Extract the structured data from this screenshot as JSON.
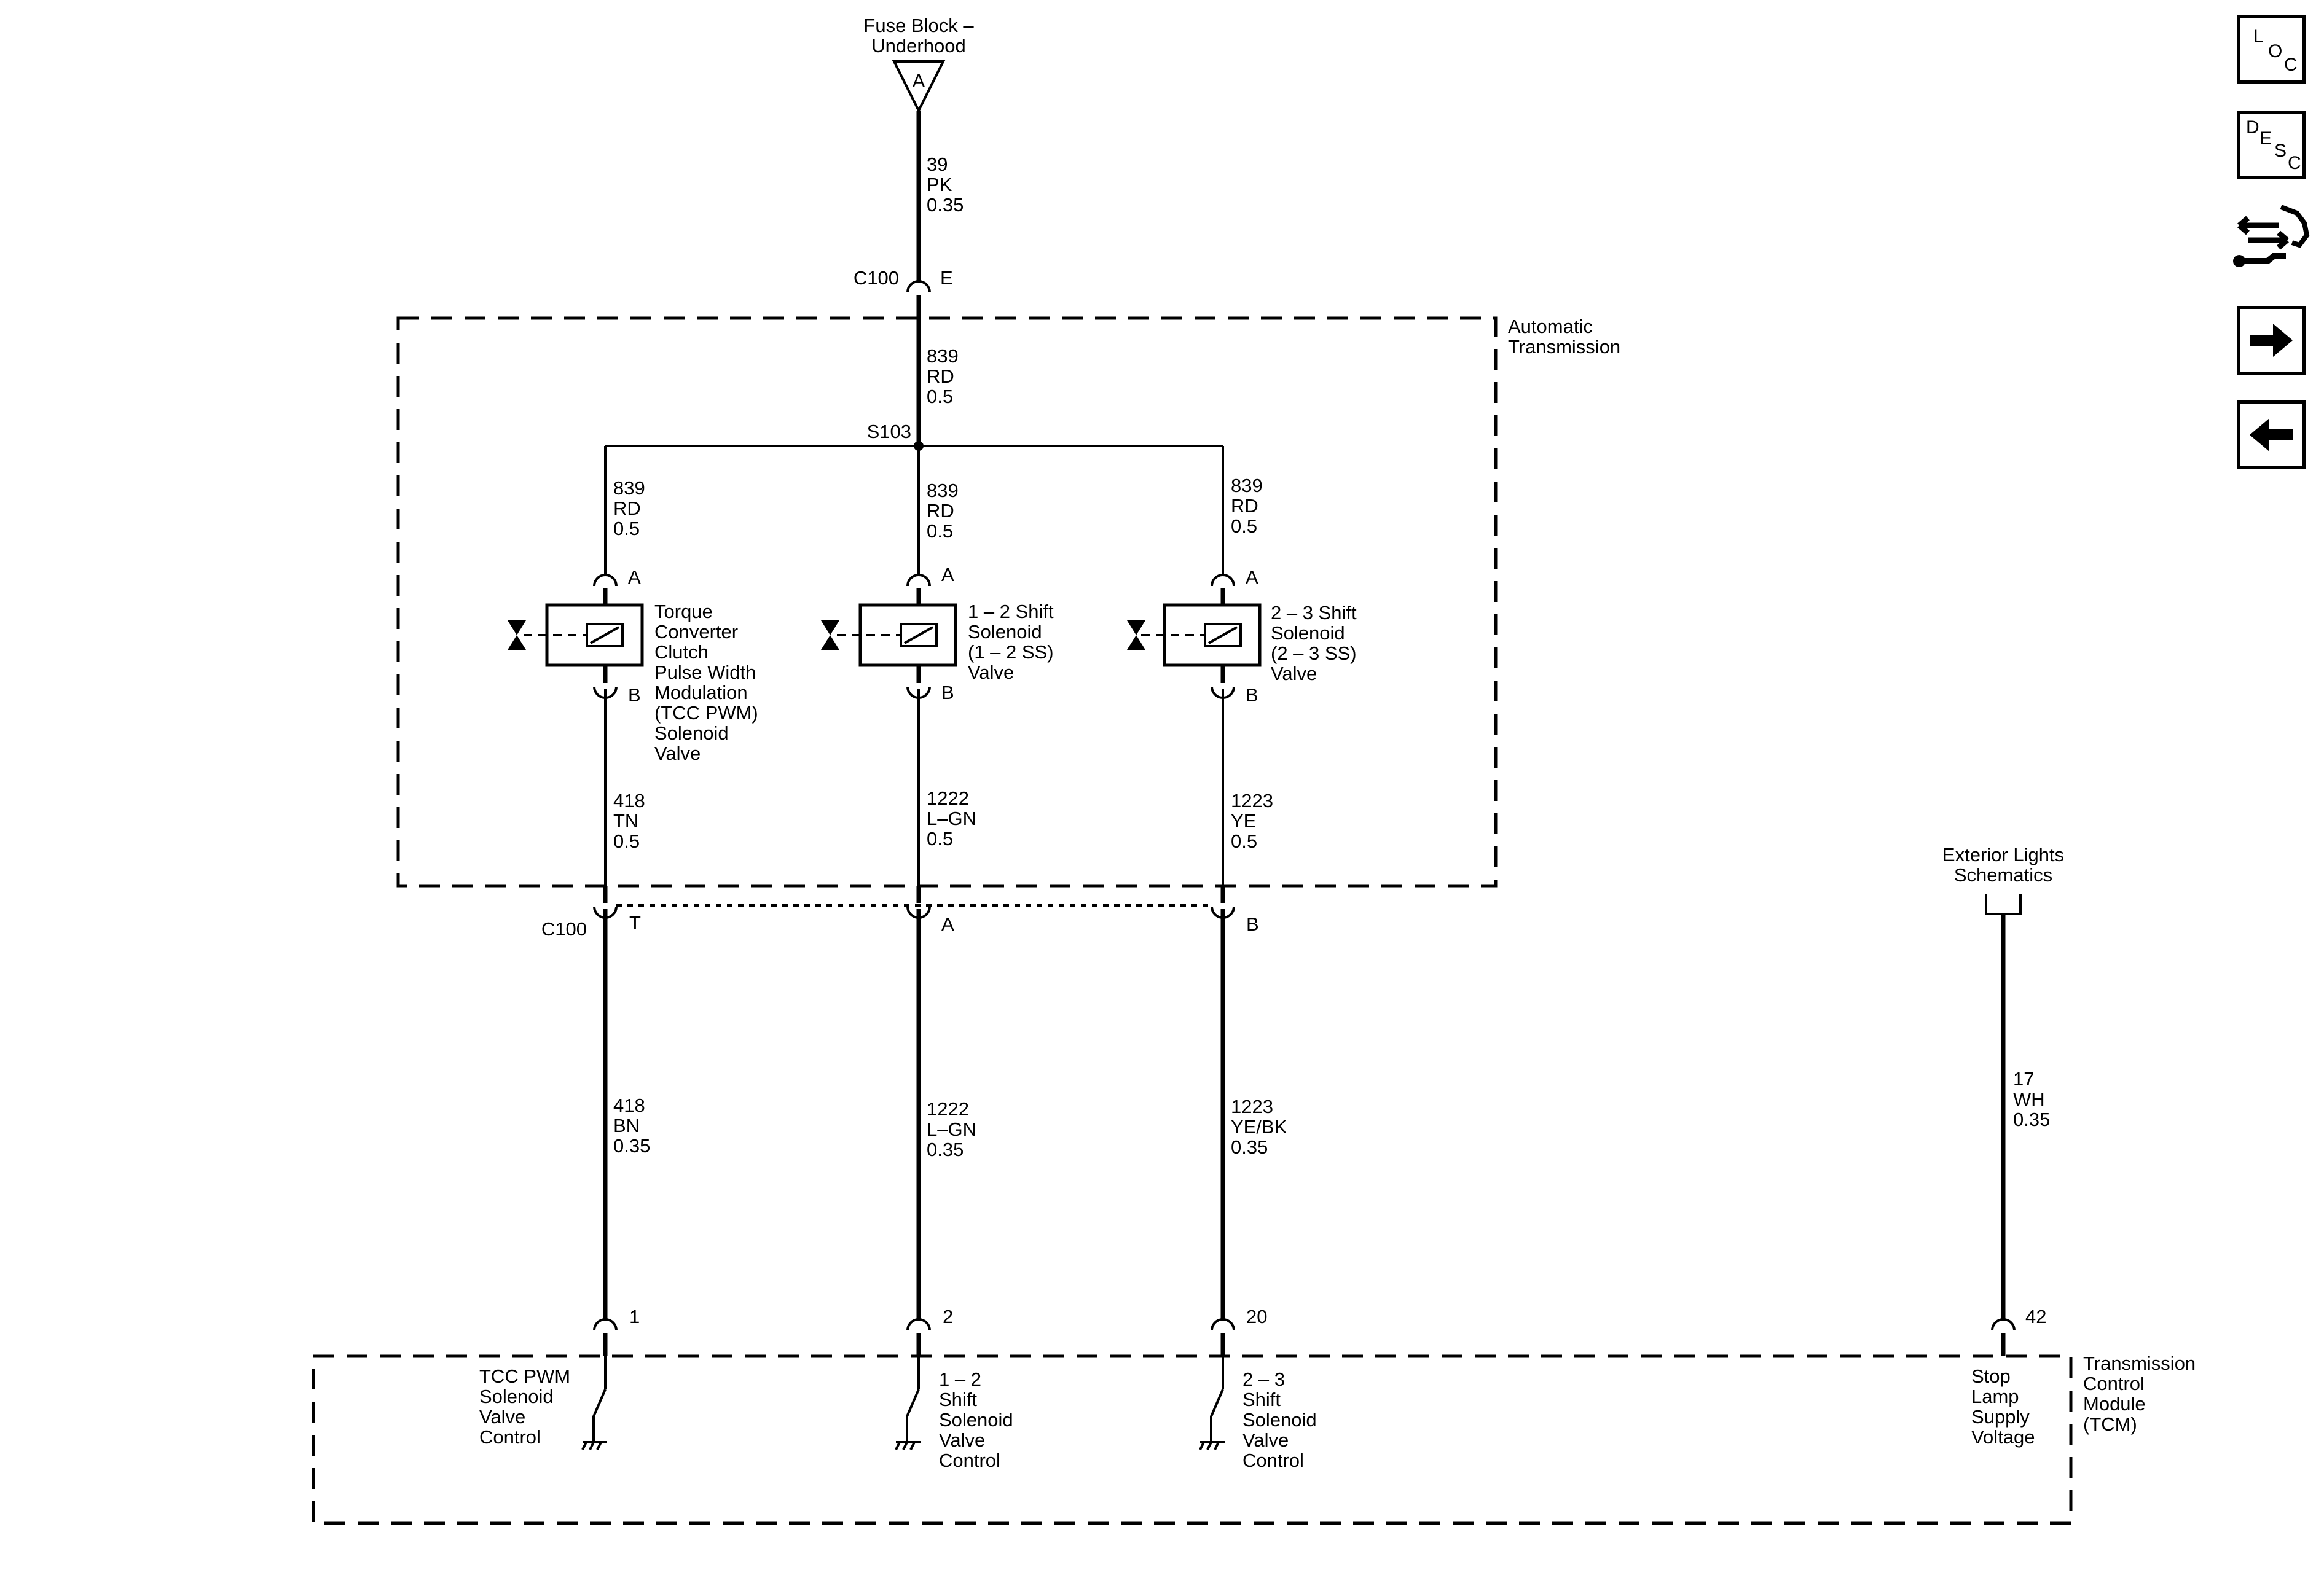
{
  "fuse": {
    "line1": "Fuse Block –",
    "line2": "Underhood",
    "terminal": "A"
  },
  "feed": {
    "circuit": "39",
    "color": "PK",
    "gauge": "0.35"
  },
  "c100_top": {
    "name": "C100",
    "pin": "E"
  },
  "trans_feed": {
    "circuit": "839",
    "color": "RD",
    "gauge": "0.5"
  },
  "trans_box_label": {
    "line1": "Automatic",
    "line2": "Transmission"
  },
  "splice": "S103",
  "branches": [
    {
      "circuit": "839",
      "color": "RD",
      "gauge": "0.5"
    },
    {
      "circuit": "839",
      "color": "RD",
      "gauge": "0.5"
    },
    {
      "circuit": "839",
      "color": "RD",
      "gauge": "0.5"
    }
  ],
  "solenoids": [
    {
      "pin_top": "A",
      "pin_bottom": "B",
      "label": [
        "Torque",
        "Converter",
        "Clutch",
        "Pulse Width",
        "Modulation",
        "(TCC PWM)",
        "Solenoid",
        "Valve"
      ]
    },
    {
      "pin_top": "A",
      "pin_bottom": "B",
      "label": [
        "1 – 2 Shift",
        "Solenoid",
        "(1 – 2 SS)",
        "Valve"
      ]
    },
    {
      "pin_top": "A",
      "pin_bottom": "B",
      "label": [
        "2 – 3 Shift",
        "Solenoid",
        "(2 – 3 SS)",
        "Valve"
      ]
    }
  ],
  "inner_wires": [
    {
      "circuit": "418",
      "color": "TN",
      "gauge": "0.5"
    },
    {
      "circuit": "1222",
      "color": "L–GN",
      "gauge": "0.5"
    },
    {
      "circuit": "1223",
      "color": "YE",
      "gauge": "0.5"
    }
  ],
  "c100_bottom": {
    "name": "C100",
    "pins": [
      "T",
      "A",
      "B"
    ]
  },
  "outer_wires": [
    {
      "circuit": "418",
      "color": "BN",
      "gauge": "0.35"
    },
    {
      "circuit": "1222",
      "color": "L–GN",
      "gauge": "0.35"
    },
    {
      "circuit": "1223",
      "color": "YE/BK",
      "gauge": "0.35"
    },
    {
      "circuit": "17",
      "color": "WH",
      "gauge": "0.35"
    }
  ],
  "exterior_lights": {
    "line1": "Exterior Lights",
    "line2": "Schematics"
  },
  "tcm_pins": [
    "1",
    "2",
    "20",
    "42"
  ],
  "tcm_drivers": [
    [
      "TCC PWM",
      "Solenoid",
      "Valve",
      "Control"
    ],
    [
      "1 – 2",
      "Shift",
      "Solenoid",
      "Valve",
      "Control"
    ],
    [
      "2 – 3",
      "Shift",
      "Solenoid",
      "Valve",
      "Control"
    ],
    [
      "Stop",
      "Lamp",
      "Supply",
      "Voltage"
    ]
  ],
  "tcm_label": [
    "Transmission",
    "Control",
    "Module",
    "(TCM)"
  ],
  "nav": {
    "loc": {
      "l": "L",
      "o": "O",
      "c": "C"
    },
    "desc": {
      "d": "D",
      "e": "E",
      "s": "S",
      "c": "C"
    },
    "icons": [
      "loc-icon",
      "desc-icon",
      "connector-wrench-icon",
      "arrow-right-icon",
      "arrow-left-icon"
    ]
  }
}
